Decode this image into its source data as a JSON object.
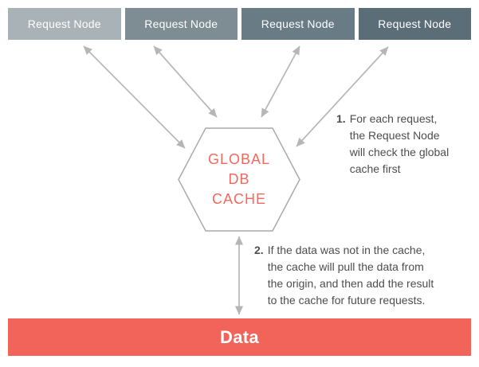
{
  "nodes": [
    {
      "label": "Request Node",
      "color": "#a9b3b7"
    },
    {
      "label": "Request Node",
      "color": "#7e8c94"
    },
    {
      "label": "Request Node",
      "color": "#697b84"
    },
    {
      "label": "Request Node",
      "color": "#5b6d77"
    }
  ],
  "cache": {
    "lines": [
      "GLOBAL",
      "DB",
      "CACHE"
    ],
    "text_color": "#f4695e",
    "border_color": "#a9a9a9"
  },
  "data_bar": {
    "label": "Data",
    "color": "#f2635a",
    "text_color": "#ffffff"
  },
  "annotations": [
    {
      "number": "1.",
      "lines": [
        "For each request,",
        "the Request Node",
        "will check the global",
        "cache first"
      ]
    },
    {
      "number": "2.",
      "lines": [
        "If the data was not in the cache,",
        "the cache will pull the data from",
        "the origin, and then add the result",
        "to the cache for future requests."
      ]
    }
  ],
  "colors": {
    "arrow": "#b6b6b6",
    "background": "#ffffff"
  }
}
